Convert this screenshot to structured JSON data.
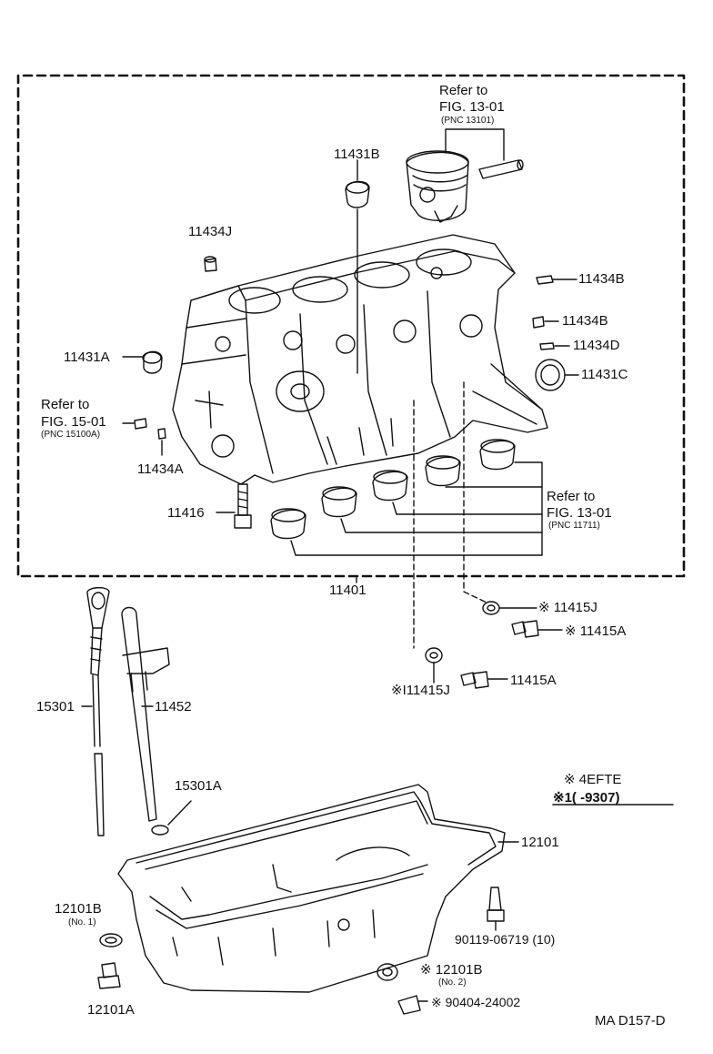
{
  "labels": {
    "refer_a_l1": "Refer to",
    "refer_a_l2": "FIG. 13-01",
    "refer_a_l3": "(PNC 13101)",
    "p11431b": "11431B",
    "p11434j": "11434J",
    "p11434b_top": "11434B",
    "p11434b": "11434B",
    "p11434d": "11434D",
    "p11431a": "11431A",
    "p11431c": "11431C",
    "refer_b_l1": "Refer to",
    "refer_b_l2": "FIG. 15-01",
    "refer_b_l3": "(PNC 15100A)",
    "p11434a": "11434A",
    "p11416": "11416",
    "refer_c_l1": "Refer to",
    "refer_c_l2": "FIG. 13-01",
    "refer_c_l3": "(PNC 11711)",
    "p11401": "11401",
    "p11415j_r": "※ 11415J",
    "p11415a_r": "※ 11415A",
    "p11415j_l": "※I11415J",
    "p11415a_l": "11415A",
    "p15301": "15301",
    "p11452": "11452",
    "p15301a": "15301A",
    "note1": "※ 4EFTE",
    "note2": "※1(        -9307)",
    "p12101": "12101",
    "p12101b_l1": "12101B",
    "p12101b_l2": "(No. 1)",
    "p90119": "90119-06719 (10)",
    "p12101a": "12101A",
    "p12101b2_l1": "※ 12101B",
    "p12101b2_l2": "(No. 2)",
    "p90404": "※ 90404-24002",
    "code": "MA D157-D"
  }
}
